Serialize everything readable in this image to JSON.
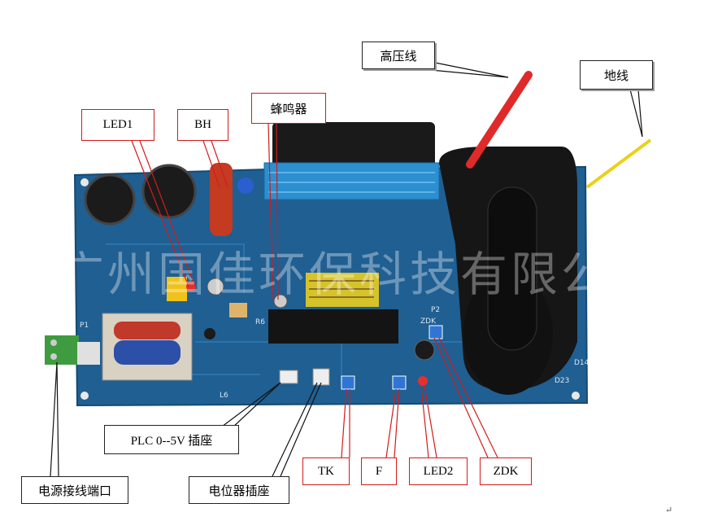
{
  "labels": {
    "high_voltage_wire": "高压线",
    "ground_wire": "地线",
    "buzzer": "蜂鸣器",
    "led1": "LED1",
    "bh": "BH",
    "plc": "PLC 0--5V 插座",
    "power_port": "电源接线端口",
    "potentiometer_socket": "电位器插座",
    "tk": "TK",
    "f": "F",
    "led2": "LED2",
    "zdk": "ZDK"
  },
  "watermark": "广州国佳环保科技有限公司",
  "board_silkscreen": {
    "p1": "P1",
    "r6": "R6",
    "l6": "L6",
    "zdk": "ZDK",
    "d23": "D23",
    "d14": "D14",
    "p2": "P2"
  },
  "return_mark": "↵",
  "colors": {
    "pcb": "#1d5a8a",
    "leader_red": "#d41b1b",
    "heatsink": "#2b8fd0",
    "transformer_red": "#c0392b",
    "transformer_blue": "#2c4fa8",
    "hv_wire": "#e02a2a",
    "ground_wire": "#e8d21a",
    "terminal_green": "#3f9b3f"
  }
}
